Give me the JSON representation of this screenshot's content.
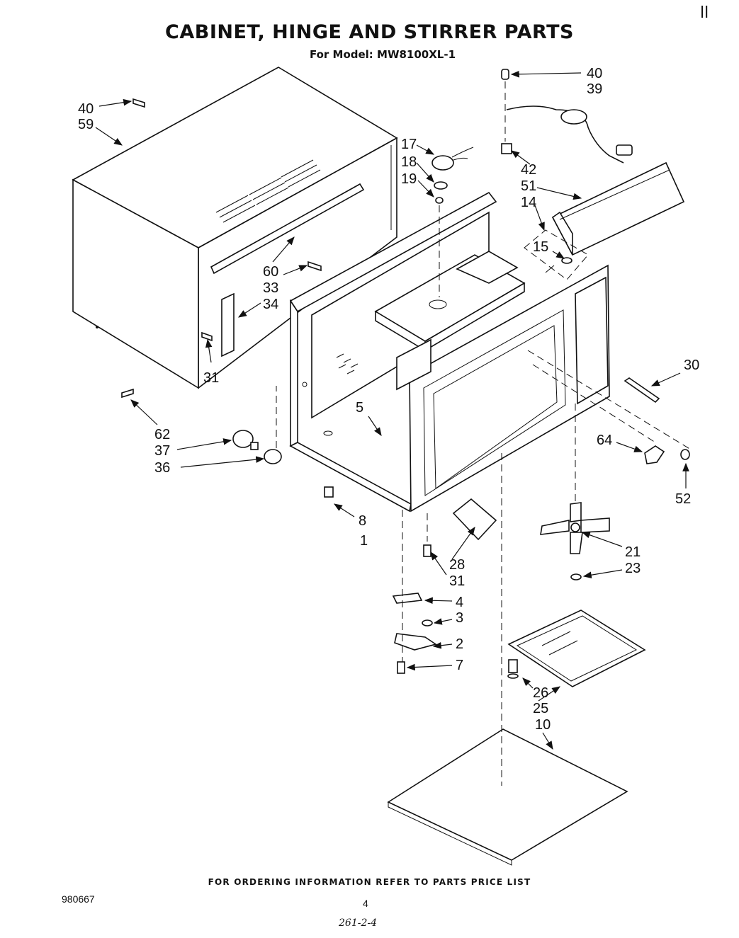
{
  "title": "CABINET, HINGE AND STIRRER PARTS",
  "subtitle": "For Model: MW8100XL-1",
  "corner_mark": "ll",
  "footer": "FOR ORDERING INFORMATION REFER TO PARTS PRICE LIST",
  "document_number": "980667",
  "page_number": "4",
  "handwritten_note": "261-2-4",
  "callouts": {
    "c40a": "40",
    "c59": "59",
    "c60": "60",
    "c33": "33",
    "c34": "34",
    "c31a": "31",
    "c62": "62",
    "c37": "37",
    "c36": "36",
    "c17": "17",
    "c18": "18",
    "c19": "19",
    "c40b": "40",
    "c39": "39",
    "c42": "42",
    "c51": "51",
    "c14": "14",
    "c15": "15",
    "c30": "30",
    "c64": "64",
    "c52": "52",
    "c5": "5",
    "c8": "8",
    "c1": "1",
    "c28": "28",
    "c31b": "31",
    "c21": "21",
    "c23": "23",
    "c4": "4",
    "c3": "3",
    "c2": "2",
    "c7": "7",
    "c26": "26",
    "c25": "25",
    "c10": "10"
  }
}
